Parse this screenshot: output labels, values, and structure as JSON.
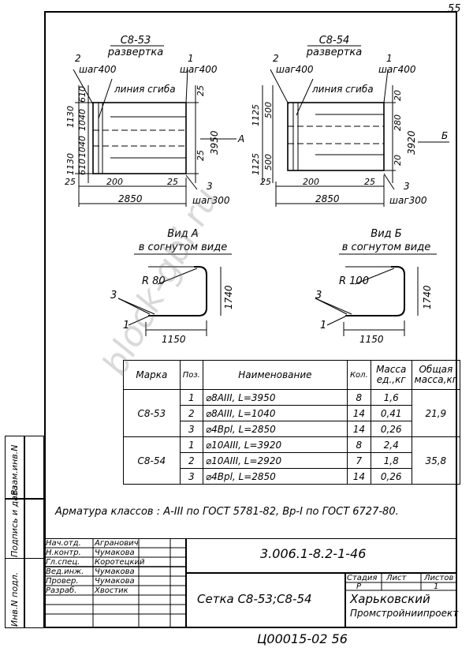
{
  "sheet_number": "55",
  "drawings": {
    "left": {
      "title": "С8-53",
      "subtitle": "развертка",
      "labels": {
        "pos2": "2",
        "step2": "шаг400",
        "pos1": "1",
        "step1": "шаг400",
        "bend": "линия сгиба",
        "pos3": "3",
        "step3": "шаг300",
        "view": "А"
      },
      "dims": {
        "d610a": "610",
        "d1130a": "1130",
        "d1040a": "1040",
        "d1040b": "1040",
        "d610b": "610",
        "d1130b": "1130",
        "d25a": "25",
        "d25b": "25",
        "d3950": "3950",
        "d25c": "25",
        "d200": "200",
        "d25d": "25",
        "d2850": "2850"
      }
    },
    "right": {
      "title": "С8-54",
      "subtitle": "развертка",
      "labels": {
        "pos2": "2",
        "step2": "шаг400",
        "pos1": "1",
        "step1": "шаг400",
        "bend": "линия сгиба",
        "pos3": "3",
        "step3": "шаг300",
        "view": "Б"
      },
      "dims": {
        "d500a": "500",
        "d1125a": "1125",
        "d500b": "500",
        "d1125b": "1125",
        "d280": "280",
        "d20a": "20",
        "d3920": "3920",
        "d20b": "20",
        "d25a": "25",
        "d200": "200",
        "d25b": "25",
        "d2850": "2850"
      }
    },
    "view_a": {
      "title": "Вид А",
      "subtitle": "в согнутом виде",
      "radius": "R 80",
      "pos3": "3",
      "pos1": "1",
      "height": "1740",
      "width": "1150"
    },
    "view_b": {
      "title": "Вид Б",
      "subtitle": "в согнутом виде",
      "radius": "R 100",
      "pos3": "3",
      "pos1": "1",
      "height": "1740",
      "width": "1150"
    }
  },
  "spec_table": {
    "headers": [
      "Марка",
      "Поз.",
      "Наименование",
      "Кол.",
      "Масса ед.,кг",
      "Общая масса,кг"
    ],
    "groups": [
      {
        "mark": "С8-53",
        "total": "21,9",
        "rows": [
          {
            "pos": "1",
            "name": "⌀8AIII,  L=3950",
            "qty": "8",
            "mass": "1,6"
          },
          {
            "pos": "2",
            "name": "⌀8AIII,  L=1040",
            "qty": "14",
            "mass": "0,41"
          },
          {
            "pos": "3",
            "name": "⌀4Bpl,  L=2850",
            "qty": "14",
            "mass": "0,26"
          }
        ]
      },
      {
        "mark": "С8-54",
        "total": "35,8",
        "rows": [
          {
            "pos": "1",
            "name": "⌀10AIII, L=3920",
            "qty": "8",
            "mass": "2,4"
          },
          {
            "pos": "2",
            "name": "⌀10AIII, L=2920",
            "qty": "7",
            "mass": "1,8"
          },
          {
            "pos": "3",
            "name": "⌀4Bpl,  L=2850",
            "qty": "14",
            "mass": "0,26"
          }
        ]
      }
    ]
  },
  "note": "Арматура классов : А-III по ГОСТ 5781-82, Вр-I по ГОСТ 6727-80.",
  "watermark": "block-gbi.ru",
  "side_stamp": [
    "Инв.N подл.",
    "Подпись и дата",
    "Взам.инв.N"
  ],
  "title_block": {
    "staff": [
      {
        "role": "Нач.отд.",
        "name": "Агранович"
      },
      {
        "role": "Н.контр.",
        "name": "Чумакова"
      },
      {
        "role": "Гл.спец.",
        "name": "Коротецкий"
      },
      {
        "role": "Вед.инж.",
        "name": "Чумакова"
      },
      {
        "role": "Провер.",
        "name": "Чумакова"
      },
      {
        "role": "Разраб.",
        "name": "Хвостик"
      }
    ],
    "doc_code": "3.006.1-8.2-1-46",
    "title": "Сетка С8-53;С8-54",
    "stage_label": "Стадия",
    "sheet_label": "Лист",
    "sheets_label": "Листов",
    "stage": "Р",
    "sheets": "1",
    "org_line1": "Харьковский",
    "org_line2": "Промстройниипроект"
  },
  "archive_number": "Ц00015-02   56"
}
